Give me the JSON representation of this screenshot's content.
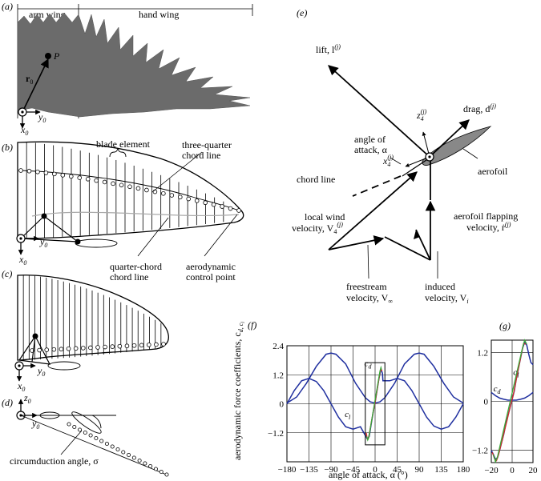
{
  "panels": {
    "a": "(a)",
    "b": "(b)",
    "c": "(c)",
    "d": "(d)",
    "e": "(e)",
    "f": "(f)",
    "g": "(g)"
  },
  "panel_a": {
    "arm_wing": "arm wing",
    "hand_wing": "hand wing",
    "point_p": "P",
    "r0": "r",
    "r0_sub": "0",
    "y0": "y",
    "y0_sub": "0",
    "x0": "x",
    "x0_sub": "0"
  },
  "panel_b": {
    "blade_element": "blade element",
    "three_quarter_1": "three-quarter",
    "three_quarter_2": "chord line",
    "quarter_chord_1": "quarter-chord",
    "quarter_chord_2": "chord line",
    "aero_control_1": "aerodynamic",
    "aero_control_2": "control point",
    "y0": "y",
    "y0_sub": "0",
    "x0": "x",
    "x0_sub": "0"
  },
  "panel_c": {
    "y0": "y",
    "y0_sub": "0",
    "x0": "x",
    "x0_sub": "0"
  },
  "panel_d": {
    "z0": "z",
    "z0_sub": "0",
    "y0": "y",
    "y0_sub": "0",
    "circumduction": "circumduction angle, σ"
  },
  "panel_e": {
    "lift": "lift, l",
    "lift_sup": "(j)",
    "drag": "drag, d",
    "drag_sup": "(j)",
    "z4": "z",
    "z4_sub": "4",
    "z4_sup": "(j)",
    "x4": "x",
    "x4_sub": "4",
    "x4_sup": "(j)",
    "angle_1": "angle of",
    "angle_2": "attack, α",
    "chord_line": "chord line",
    "aerofoil": "aerofoil",
    "local_wind_1": "local wind",
    "local_wind_2": "velocity, V",
    "local_wind_sub": "4",
    "local_wind_sup": "(j)",
    "flapping_1": "aerofoil flapping",
    "flapping_2": "velocity, ṙ",
    "flapping_sup": "(j)",
    "freestream_1": "freestream",
    "freestream_2": "velocity, V",
    "freestream_sub": "∞",
    "induced_1": "induced",
    "induced_2": "velocity, V",
    "induced_sub": "i"
  },
  "chart_data": [
    {
      "id": "f",
      "type": "line",
      "xlabel": "angle of attack, α (°)",
      "ylabel": "aerodynamic force coefficients, c",
      "ylabel_subs": "d, c",
      "ylabel_sub2": "l",
      "xlim": [
        -180,
        180
      ],
      "ylim": [
        -2.4,
        2.4
      ],
      "xticks": [
        -180,
        -135,
        -90,
        -45,
        0,
        45,
        90,
        135,
        180
      ],
      "yticks": [
        -2.4,
        -1.2,
        0,
        1.2,
        2.4
      ],
      "ytick_labels": [
        "",
        "−1.2",
        "0",
        "1.2",
        "2.4"
      ],
      "xtick_labels": [
        "−180",
        "−135",
        "−90",
        "−45",
        "0",
        "45",
        "90",
        "135",
        "180"
      ],
      "grid": true,
      "inset_box": [
        -20,
        20,
        -1.7,
        1.7
      ],
      "series": [
        {
          "name": "c_d",
          "label": "c",
          "label_sub": "d",
          "color": "#1f2f9f",
          "x": [
            -180,
            -160,
            -140,
            -120,
            -100,
            -90,
            -80,
            -60,
            -40,
            -20,
            -10,
            0,
            10,
            20,
            40,
            60,
            80,
            90,
            100,
            120,
            140,
            160,
            180
          ],
          "y": [
            0.03,
            0.28,
            0.85,
            1.55,
            2.05,
            2.1,
            2.05,
            1.65,
            0.85,
            0.25,
            0.08,
            0.03,
            0.08,
            0.25,
            0.85,
            1.65,
            2.05,
            2.1,
            2.05,
            1.55,
            0.85,
            0.28,
            0.03
          ]
        },
        {
          "name": "c_l",
          "label": "c",
          "label_sub": "l",
          "color": "#1f2f9f",
          "x": [
            -180,
            -165,
            -150,
            -135,
            -120,
            -105,
            -90,
            -75,
            -60,
            -45,
            -30,
            -16,
            -12,
            -8,
            -4,
            0,
            4,
            8,
            12,
            15,
            16,
            30,
            45,
            60,
            75,
            90,
            105,
            120,
            135,
            150,
            165,
            180
          ],
          "y": [
            0,
            0.55,
            0.95,
            1.05,
            0.92,
            0.55,
            0,
            -0.55,
            -0.95,
            -1.05,
            -0.95,
            -1.45,
            -1.35,
            -0.85,
            -0.35,
            0.05,
            0.55,
            1.05,
            1.45,
            1.25,
            0.95,
            0.95,
            1.05,
            0.95,
            0.55,
            0,
            -0.55,
            -0.92,
            -1.05,
            -0.95,
            -0.55,
            0
          ]
        },
        {
          "name": "highlight_red",
          "label": "",
          "color": "#d32a2a",
          "x": [
            -18,
            -16,
            -14,
            -12,
            -8,
            -4,
            0,
            4,
            8,
            10,
            12,
            14
          ],
          "y": [
            -1.2,
            -1.45,
            -1.45,
            -1.25,
            -0.8,
            -0.35,
            0.05,
            0.55,
            1.05,
            1.3,
            1.45,
            1.35
          ]
        },
        {
          "name": "highlight_green",
          "label": "",
          "color": "#3aa83a",
          "x": [
            -17,
            -15,
            -13,
            10,
            12,
            13
          ],
          "y": [
            -1.35,
            -1.5,
            -1.4,
            1.35,
            1.5,
            1.42
          ]
        }
      ]
    },
    {
      "id": "g",
      "type": "line",
      "xlim": [
        -20,
        20
      ],
      "ylim": [
        -1.5,
        1.5
      ],
      "xticks": [
        -20,
        0,
        20
      ],
      "xtick_labels": [
        "−20",
        "0",
        "20"
      ],
      "yticks": [
        -1.2,
        0,
        1.2
      ],
      "ytick_labels": [
        "−1.2",
        "0",
        "1.2"
      ],
      "grid": true,
      "labels": {
        "cl": "c",
        "cl_sub": "l",
        "cd": "c",
        "cd_sub": "d"
      },
      "series": [
        {
          "name": "c_l",
          "color": "#1f2f9f",
          "x": [
            -20,
            -18,
            -16,
            -14,
            -12,
            -10,
            -8,
            -6,
            -4,
            -2,
            0,
            2,
            4,
            6,
            8,
            10,
            12,
            14,
            16,
            18,
            20
          ],
          "y": [
            -1.2,
            -1.3,
            -1.42,
            -1.38,
            -1.2,
            -1.0,
            -0.8,
            -0.55,
            -0.35,
            -0.15,
            0.05,
            0.25,
            0.55,
            0.8,
            1.05,
            1.3,
            1.45,
            1.38,
            1.15,
            0.95,
            0.9
          ]
        },
        {
          "name": "c_d",
          "color": "#1f2f9f",
          "x": [
            -20,
            -16,
            -12,
            -8,
            -4,
            0,
            4,
            8,
            12,
            16,
            20
          ],
          "y": [
            0.22,
            0.14,
            0.08,
            0.05,
            0.03,
            0.03,
            0.03,
            0.05,
            0.08,
            0.14,
            0.22
          ]
        },
        {
          "name": "highlight_red",
          "color": "#d32a2a",
          "x": [
            -19,
            -17,
            -15,
            -13,
            -11,
            -9,
            -7,
            -5,
            -3,
            -1,
            1,
            3,
            5,
            7,
            9,
            11,
            13
          ],
          "y": [
            -1.25,
            -1.4,
            -1.45,
            -1.3,
            -1.1,
            -0.9,
            -0.68,
            -0.48,
            -0.25,
            -0.05,
            0.15,
            0.4,
            0.68,
            0.92,
            1.18,
            1.42,
            1.4
          ]
        },
        {
          "name": "highlight_green",
          "color": "#3aa83a",
          "x": [
            -18,
            -16,
            -14,
            10,
            12,
            14
          ],
          "y": [
            -1.3,
            -1.48,
            -1.35,
            1.32,
            1.5,
            1.4
          ]
        }
      ]
    }
  ]
}
